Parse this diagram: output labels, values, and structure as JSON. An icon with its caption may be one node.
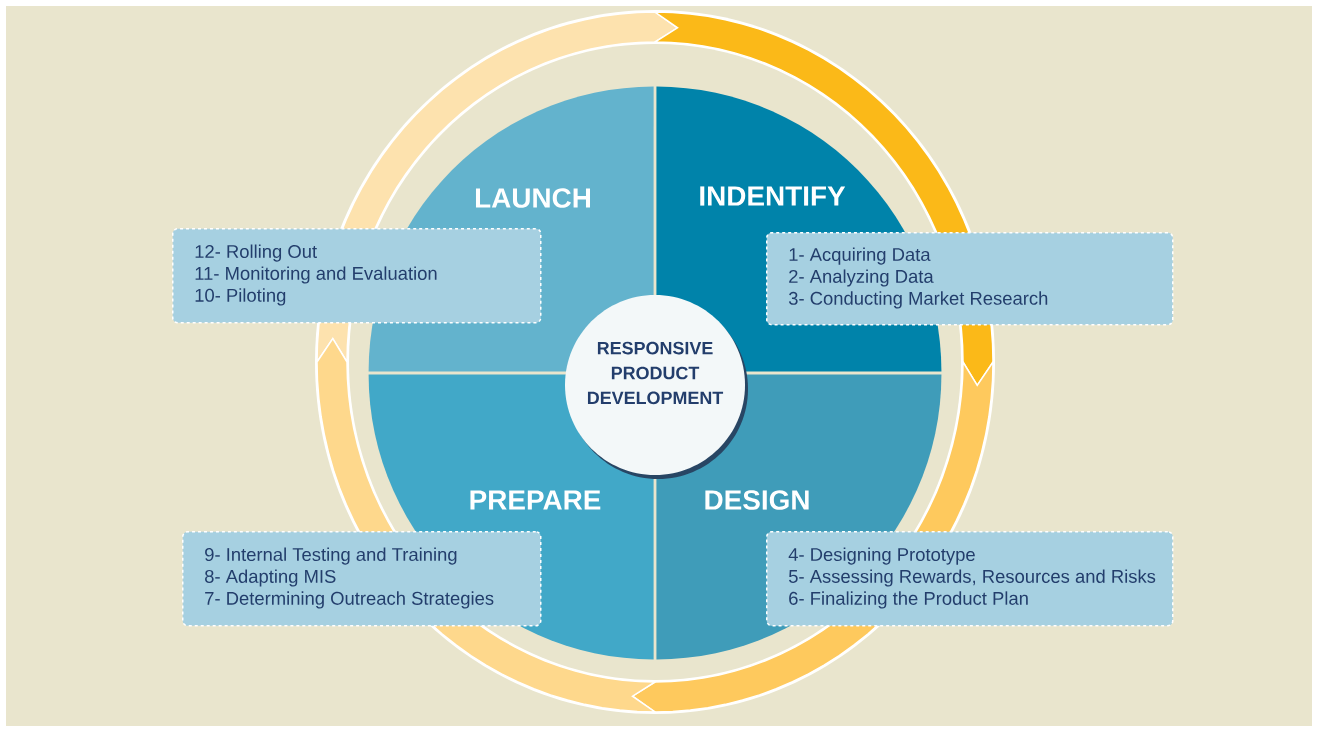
{
  "diagram": {
    "nodes": [
      {
        "text": [
          "LAUNCH"
        ]
      },
      {
        "text": [
          "INDENTIFY"
        ]
      },
      {
        "text": [
          "12- Rolling Out",
          "11- Monitoring and Evaluation",
          "10- Piloting"
        ]
      },
      {
        "text": [
          "1- Acquiring Data",
          "2- Analyzing Data",
          "3- Conducting Market Research"
        ]
      },
      {
        "text": [
          "RESPONSIVE PRODUCT DEVELOPMENT"
        ]
      },
      {
        "text": [
          "PREPARE"
        ]
      },
      {
        "text": [
          "DESIGN"
        ]
      },
      {
        "text": [
          "9- Internal Testing and Training",
          "8- Adapting MIS",
          "7- Determining Outreach Strategies"
        ]
      },
      {
        "text": [
          "4- Designing Prototype",
          "5- Assessing Rewards, Resources and Risks",
          "6- Finalizing the Product Plan"
        ]
      }
    ]
  }
}
